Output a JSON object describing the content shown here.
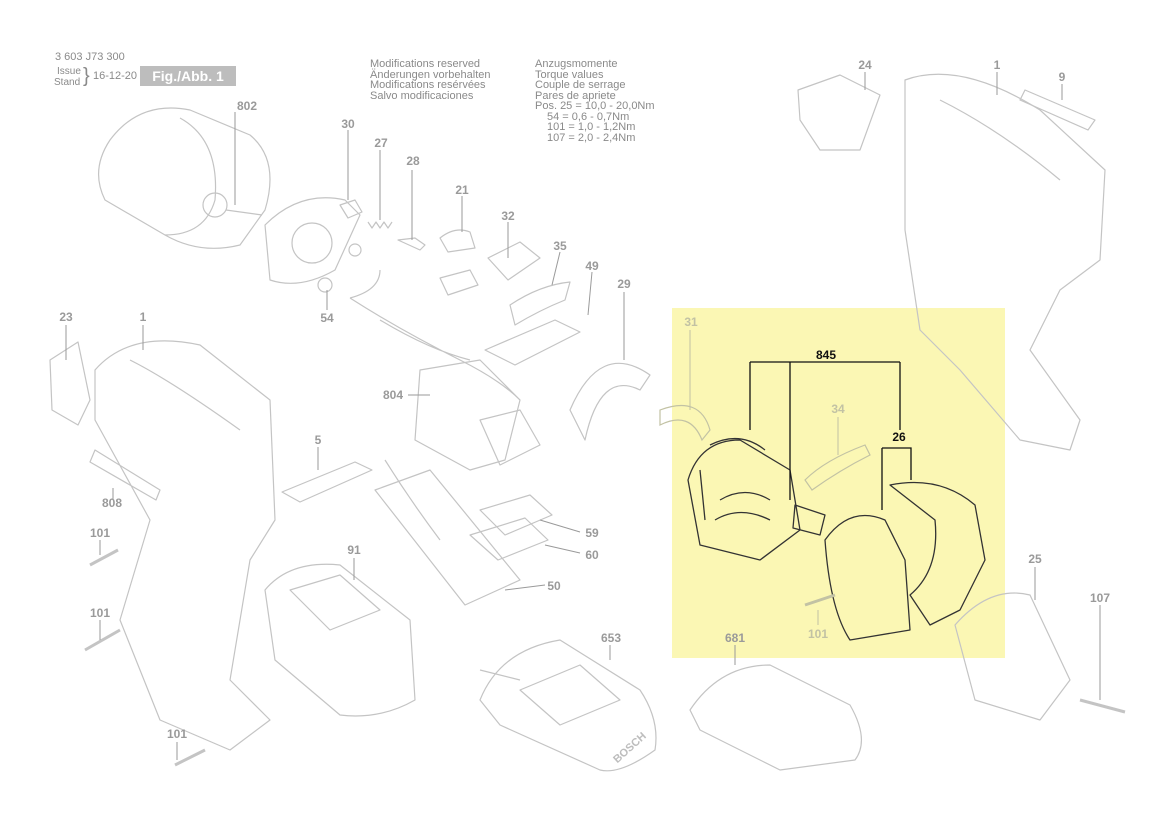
{
  "header": {
    "doc_number": "3 603 J73 300",
    "issue_label_1": "Issue",
    "issue_label_2": "Stand",
    "issue_date": "16-12-20",
    "figure_label": "Fig./Abb. 1",
    "modifications": [
      "Modifications reserved",
      "Änderungen vorbehalten",
      "Modifications resérvées",
      "Salvo modificaciones"
    ],
    "torque_titles": [
      "Anzugsmomente",
      "Torque values",
      "Couple de serrage",
      "Pares de apriete"
    ],
    "torque_values": [
      "Pos. 25  = 10,0   - 20,0Nm",
      "54  =  0,6   -  0,7Nm",
      "101  =  1,0   -  1,2Nm",
      "107  =  2,0   -  2,4Nm"
    ]
  },
  "callouts": [
    {
      "id": "802",
      "style": "normal"
    },
    {
      "id": "30",
      "style": "normal"
    },
    {
      "id": "27",
      "style": "normal"
    },
    {
      "id": "28",
      "style": "normal"
    },
    {
      "id": "21",
      "style": "normal"
    },
    {
      "id": "32",
      "style": "normal"
    },
    {
      "id": "35",
      "style": "normal"
    },
    {
      "id": "49",
      "style": "normal"
    },
    {
      "id": "54",
      "style": "normal"
    },
    {
      "id": "23",
      "style": "normal"
    },
    {
      "id": "1",
      "style": "normal"
    },
    {
      "id": "29",
      "style": "normal"
    },
    {
      "id": "804",
      "style": "normal"
    },
    {
      "id": "5",
      "style": "normal"
    },
    {
      "id": "808",
      "style": "normal"
    },
    {
      "id": "101",
      "style": "normal"
    },
    {
      "id": "101",
      "style": "normal"
    },
    {
      "id": "101",
      "style": "normal"
    },
    {
      "id": "91",
      "style": "normal"
    },
    {
      "id": "59",
      "style": "normal"
    },
    {
      "id": "60",
      "style": "normal"
    },
    {
      "id": "50",
      "style": "normal"
    },
    {
      "id": "653",
      "style": "normal"
    },
    {
      "id": "681",
      "style": "normal"
    },
    {
      "id": "24",
      "style": "normal"
    },
    {
      "id": "1",
      "style": "normal"
    },
    {
      "id": "9",
      "style": "normal"
    },
    {
      "id": "31",
      "style": "faint"
    },
    {
      "id": "845",
      "style": "dark"
    },
    {
      "id": "34",
      "style": "faint"
    },
    {
      "id": "26",
      "style": "dark"
    },
    {
      "id": "101",
      "style": "faint"
    },
    {
      "id": "25",
      "style": "normal"
    },
    {
      "id": "107",
      "style": "normal"
    }
  ],
  "brand_mark": "BOSCH"
}
